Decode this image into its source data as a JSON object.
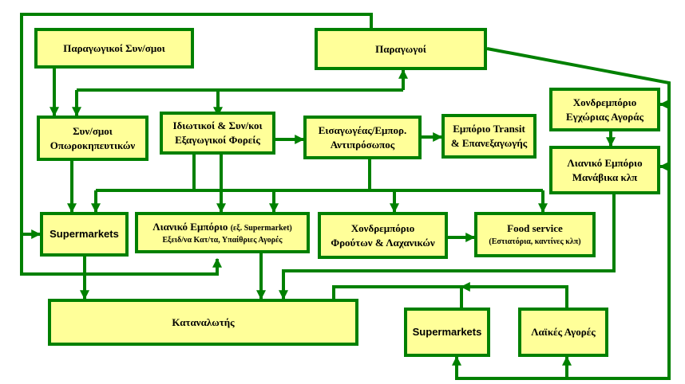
{
  "boxes": {
    "producers_coops": "Παραγωγικοί Συν/σμοι",
    "producers": "Παραγωγοί",
    "fv_coops_l1": "Συν/σμοι",
    "fv_coops_l2": "Οπωροκηπευτικών",
    "private_exporters_l1": "Ιδιωτικοί & Συν/κοι",
    "private_exporters_l2": "Εξαγωγικοί Φορείς",
    "importers_l1": "Εισαγωγέας/Εμπορ.",
    "importers_l2": "Αντιπρόσωπος",
    "transit_l1": "Εμπόριο Transit",
    "transit_l2": "& Επανεξαγωγής",
    "wholesale_abroad_l1": "Χονδρεμπόριο",
    "wholesale_abroad_l2": "Εγχώριας Αγοράς",
    "retail_greengrocers_l1": "Λιανικό Εμπόριο",
    "retail_greengrocers_l2": "Μανάβικα κλπ",
    "supermarkets_main": "Supermarkets",
    "retail_main_l1a": "Λιανικό Εμπόριο",
    "retail_main_l1b": "(εξ. Supermarket)",
    "retail_main_l2": "Εξειδ/να Κατ/τα, Υπαίθριες Αγορές",
    "wholesale_fv_l1": "Χονδρεμπόριο",
    "wholesale_fv_l2": "Φρούτων & Λαχανικών",
    "food_service_l1": "Food service",
    "food_service_l2": "(Εστιατόρια, καντίνες κλπ)",
    "consumer": "Καταναλωτής",
    "supermarkets_right": "Supermarkets",
    "street_markets": "Λαϊκές Αγορές"
  },
  "colors": {
    "line": "#008000",
    "box_fill": "#ffff99",
    "box_border": "#008000"
  }
}
